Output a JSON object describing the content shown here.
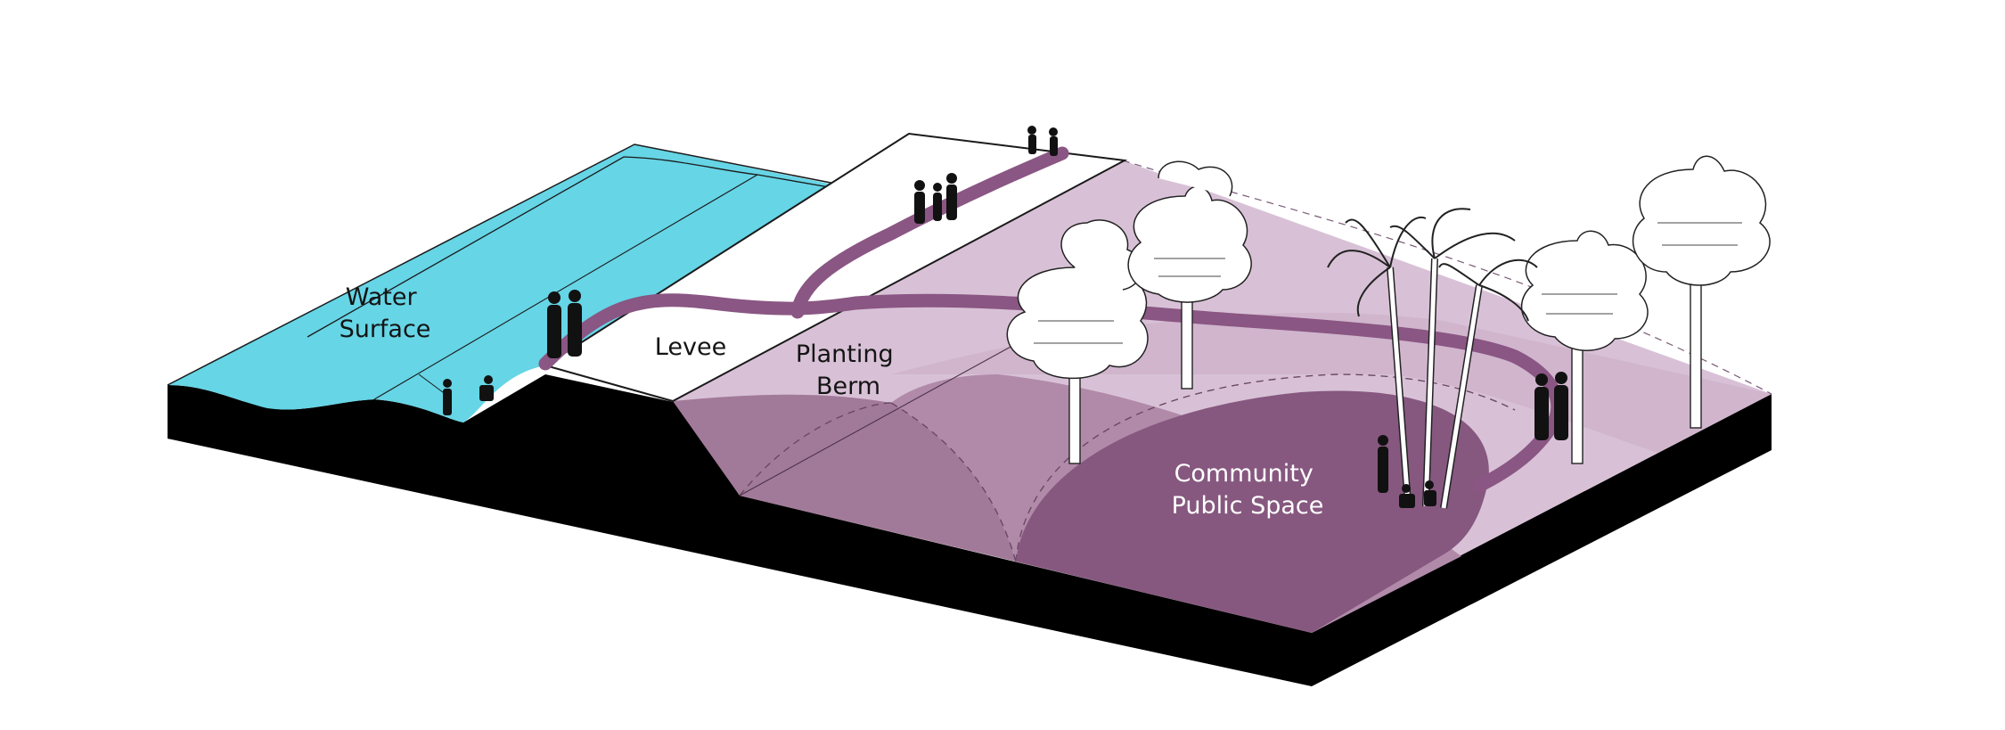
{
  "labels": {
    "water_surface": [
      "Water",
      "Surface"
    ],
    "levee": "Levee",
    "planting_berm": [
      "Planting",
      "Berm"
    ],
    "community_public_space": [
      "Community",
      "Public Space"
    ]
  },
  "colors": {
    "water": "#66d5e6",
    "levee_top": "#ffffff",
    "berm_light": "#d8c1d6",
    "berm_mid": "#c4a4c0",
    "slope_mauve": "#a27a99",
    "community": "#86587f",
    "path": "#8a5683",
    "base": "#000000"
  }
}
